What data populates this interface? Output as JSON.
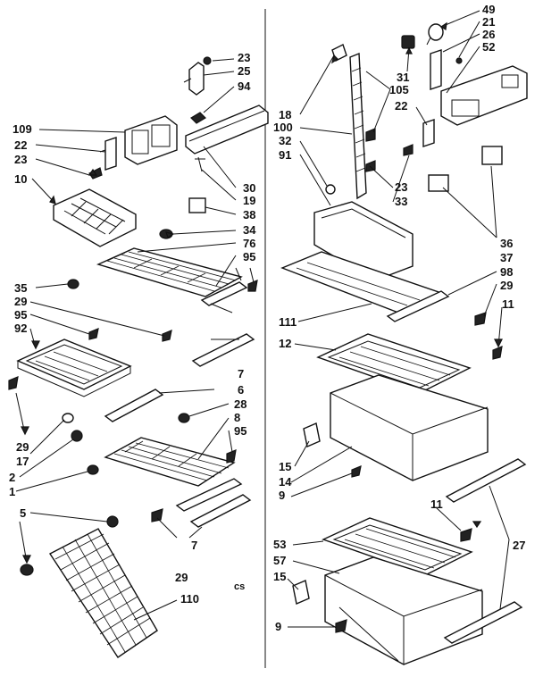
{
  "labels": {
    "l1": "49",
    "l2": "23",
    "l3": "21",
    "l4": "25",
    "l5": "26",
    "l6": "52",
    "l7": "94",
    "l8": "31",
    "l9": "105",
    "l10": "18",
    "l11": "22",
    "l12": "109",
    "l13": "100",
    "l14": "22",
    "l15": "32",
    "l16": "23",
    "l17": "91",
    "l18": "10",
    "l19": "30",
    "l20": "19",
    "l21": "23",
    "l22": "33",
    "l23": "38",
    "l24": "34",
    "l25": "76",
    "l26": "95",
    "l27": "36",
    "l28": "37",
    "l29": "35",
    "l30": "29",
    "l31": "98",
    "l32": "29",
    "l33": "95",
    "l34": "11",
    "l35": "92",
    "l36": "111",
    "l37": "12",
    "l38": "7",
    "l39": "6",
    "l40": "28",
    "l41": "29",
    "l42": "8",
    "l43": "17",
    "l44": "95",
    "l45": "2",
    "l46": "15",
    "l47": "14",
    "l48": "1",
    "l49": "9",
    "l50": "5",
    "l51": "11",
    "l52": "53",
    "l53": "27",
    "l54": "57",
    "l55": "7",
    "l56": "29",
    "l57": "15",
    "l58": "cs",
    "l59": "110",
    "l60": "9"
  }
}
